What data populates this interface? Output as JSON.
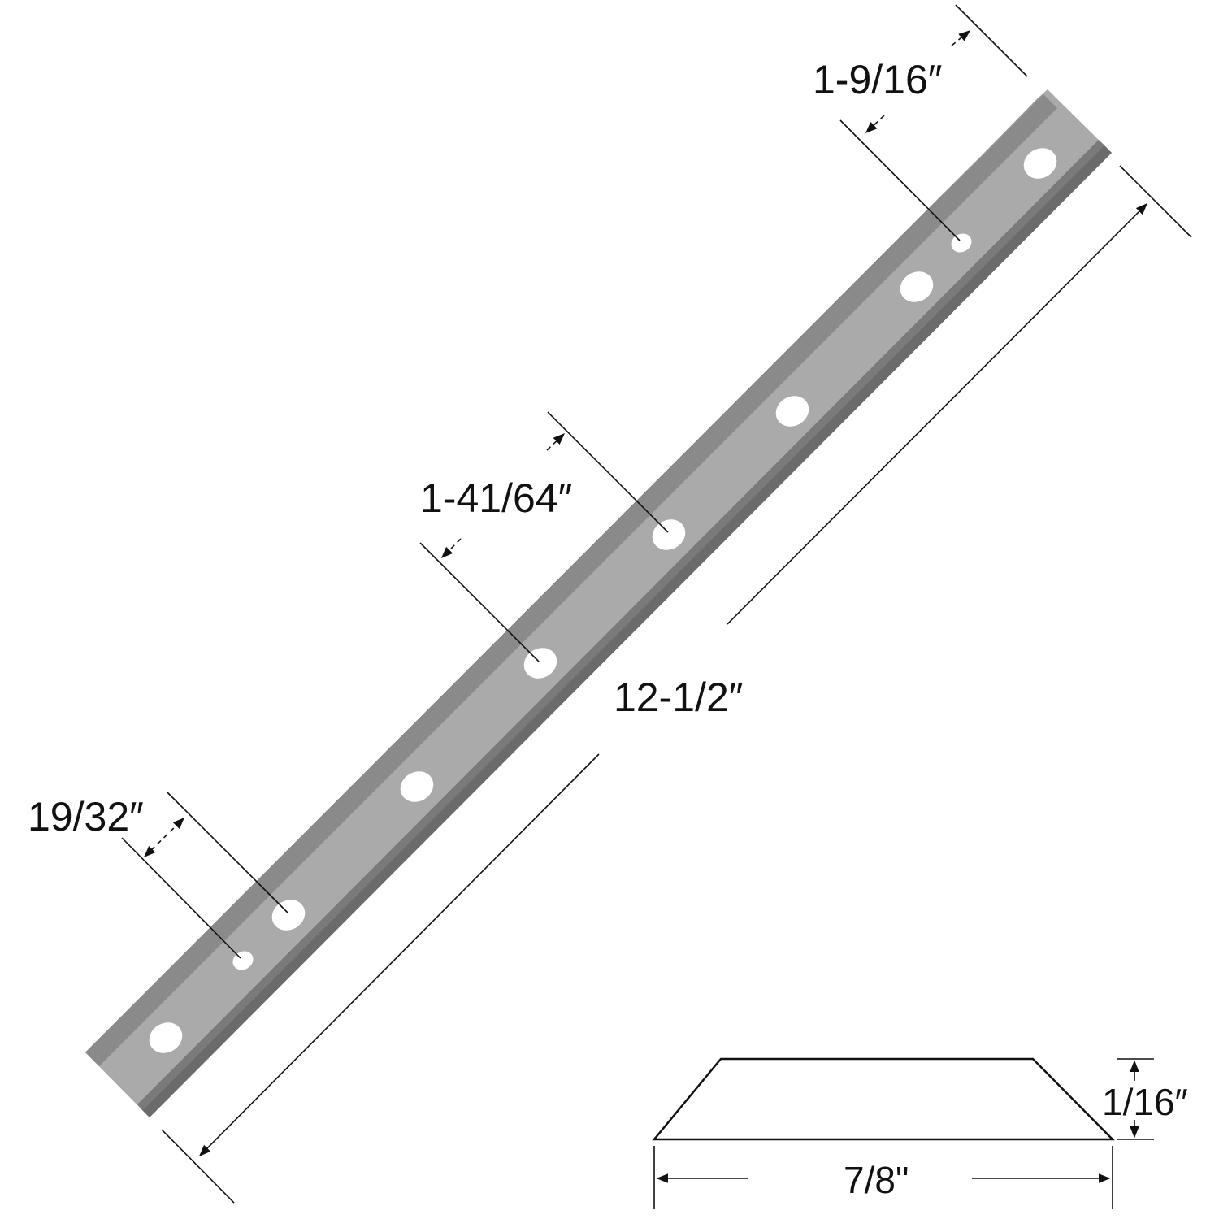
{
  "colors": {
    "blade_body": "#aaaaaa",
    "blade_edge": "#6b6b6b",
    "blade_edge_outer": "#8a8a8a",
    "hole": "#ffffff",
    "line": "#111111"
  },
  "dimensions": {
    "length": "12-1/2″",
    "end_hole_offset": "1-9/16″",
    "hole_spacing": "1-41/64″",
    "edge_offset": "19/32″",
    "thickness": "1/16″",
    "width": "7/8\""
  }
}
